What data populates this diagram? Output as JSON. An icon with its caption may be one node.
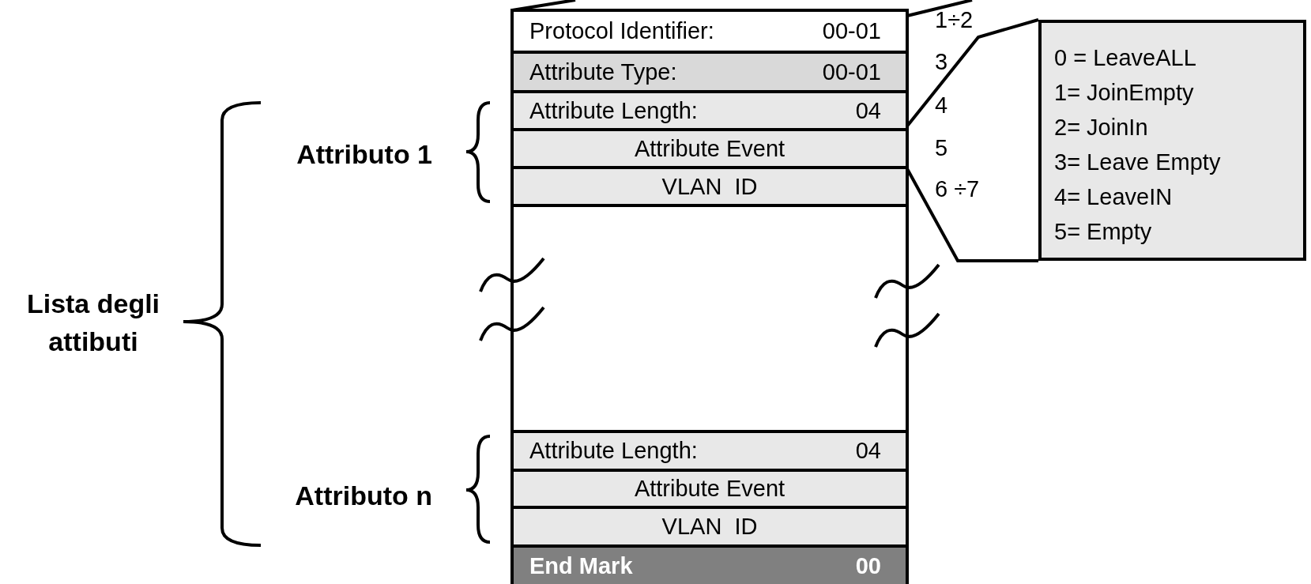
{
  "diagram": {
    "nodes": [
      {
        "text": [],
        "shape": "box"
      },
      {
        "text": [
          "Protocol Identifier:",
          "00-01"
        ],
        "in": 0
      },
      {
        "text": [
          "Attribute Type:",
          "00-01"
        ],
        "in": 0
      },
      {
        "text": [
          "Attribute Length:",
          "04"
        ],
        "in": 0
      },
      {
        "text": [
          "Attribute Event"
        ],
        "in": 0
      },
      {
        "text": [
          "VLAN  ID"
        ],
        "in": 0
      },
      {
        "text": [
          "Attribute Length:",
          "04"
        ],
        "in": 0
      },
      {
        "text": [
          "Attribute Event"
        ],
        "in": 0
      },
      {
        "text": [
          "VLAN  ID"
        ],
        "in": 0
      },
      {
        "text": [
          "End Mark",
          "00"
        ],
        "in": 0
      },
      {
        "text": [
          "0 = LeaveALL",
          "1= JoinEmpty",
          "2= JoinIn",
          "3= Leave Empty",
          "4= LeaveIN",
          "5= Empty"
        ]
      }
    ],
    "edges": [
      {
        "from": 4,
        "to": 10,
        "arrow": "none"
      }
    ],
    "labels": [
      "1÷2",
      "3",
      "4",
      "Attributo 1",
      "5",
      "6 ÷7",
      "Lista degli attibuti",
      "Attributo n"
    ]
  }
}
